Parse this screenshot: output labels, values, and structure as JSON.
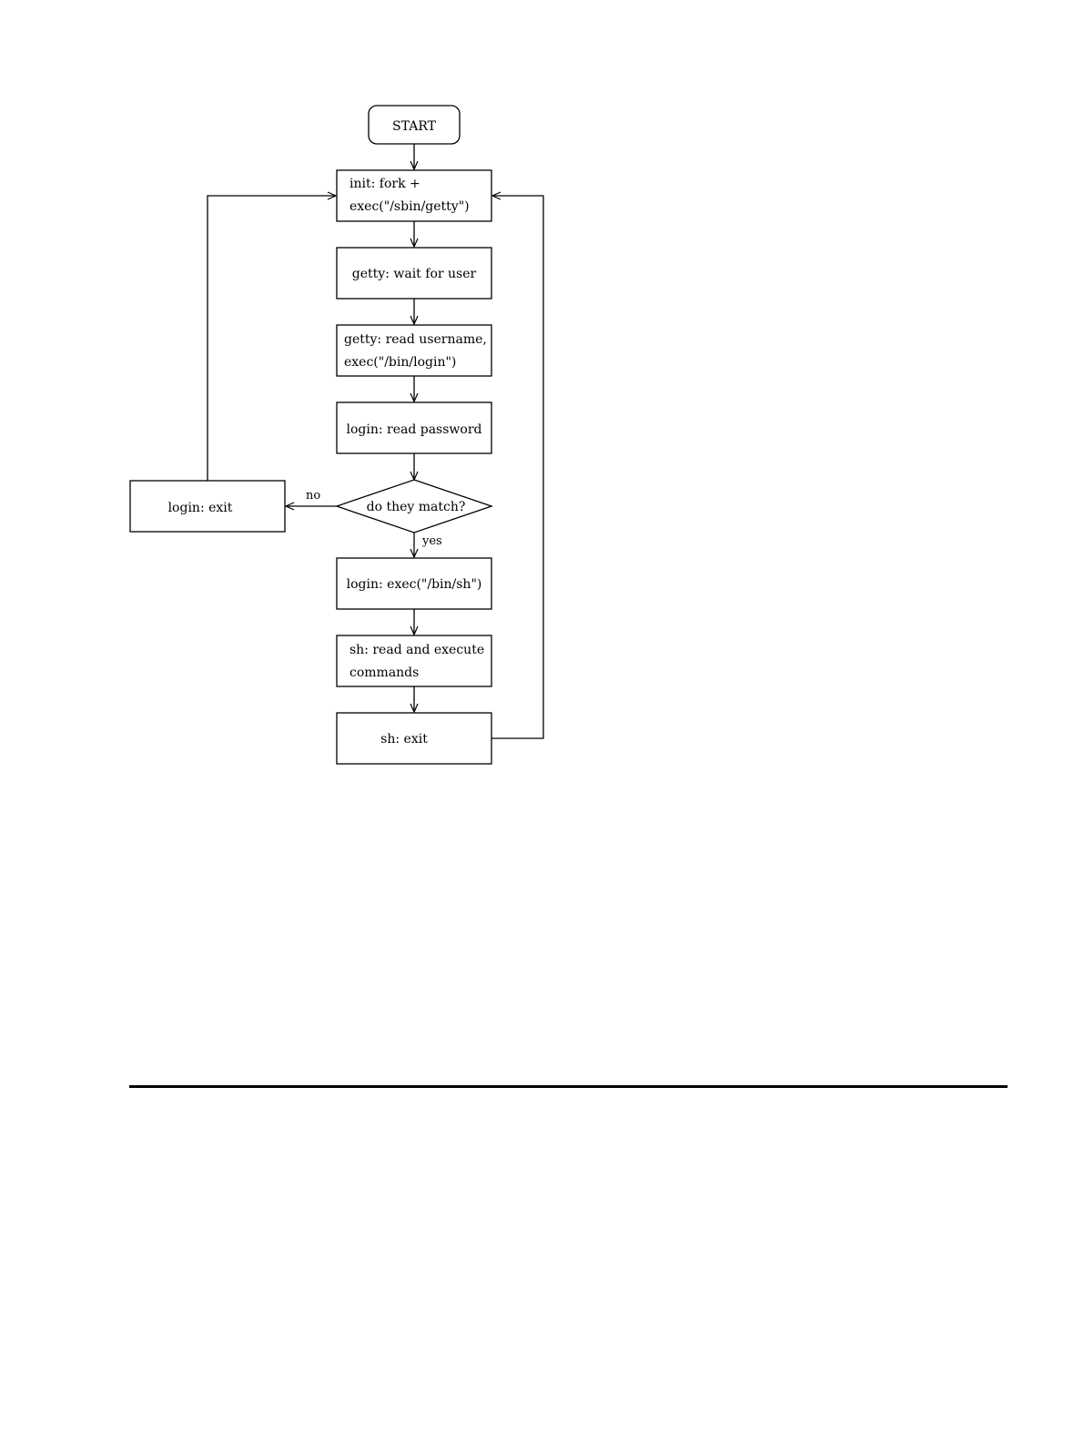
{
  "diagram": {
    "start": "START",
    "init_line1": "init: fork +",
    "init_line2": "exec(\"/sbin/getty\")",
    "getty_wait": "getty: wait for user",
    "getty_read_line1": "getty: read username,",
    "getty_read_line2": "exec(\"/bin/login\")",
    "login_password": "login: read password",
    "decision": "do they match?",
    "no_label": "no",
    "yes_label": "yes",
    "login_exit": "login: exit",
    "login_exec": "login: exec(\"/bin/sh\")",
    "sh_read_line1": "sh: read and execute",
    "sh_read_line2": "commands",
    "sh_exit": "sh: exit"
  }
}
